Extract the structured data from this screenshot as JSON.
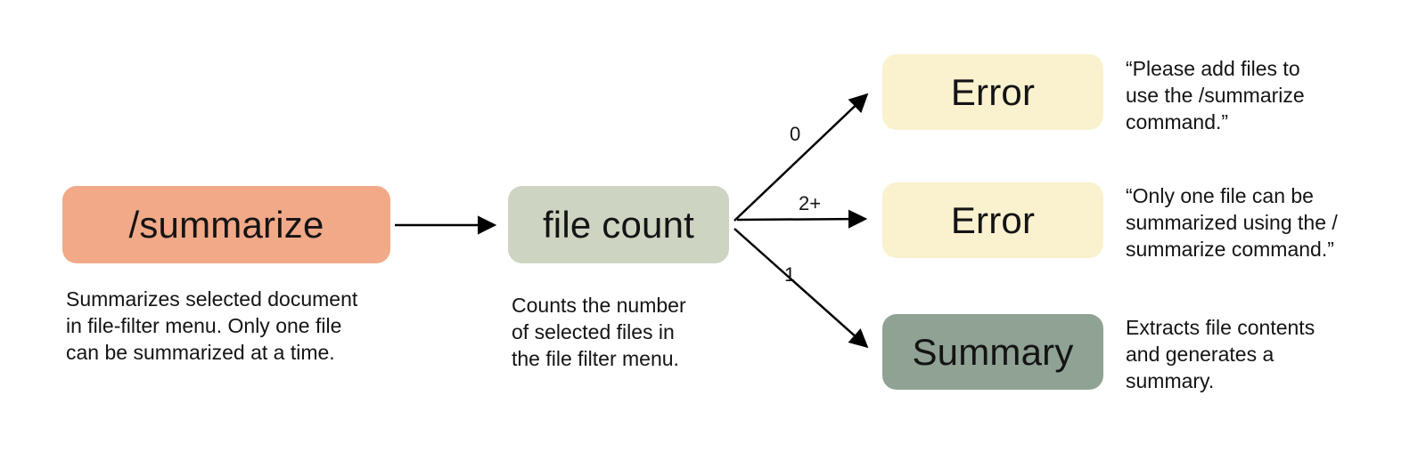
{
  "diagram": {
    "nodes": {
      "summarize": {
        "label": "/summarize",
        "caption": "Summarizes selected document\nin file-filter menu. Only one file\ncan be summarized at a time."
      },
      "file_count": {
        "label": "file count",
        "caption": "Counts the number\nof selected files in\nthe file filter menu."
      },
      "error_zero": {
        "label": "Error",
        "caption": "“Please add files to\nuse the /summarize\ncommand.”"
      },
      "error_two_plus": {
        "label": "Error",
        "caption": "“Only one file can be\nsummarized using the /\nsummarize command.”"
      },
      "summary": {
        "label": "Summary",
        "caption": "Extracts file contents\nand generates a\nsummary."
      }
    },
    "edge_labels": {
      "zero": "0",
      "two_plus": "2+",
      "one": "1"
    },
    "colors": {
      "summarize_bg": "#F1A988",
      "file_count_bg": "#CDD4C2",
      "error_bg": "#FAF1CF",
      "summary_bg": "#8FA294",
      "arrow": "#000000",
      "text": "#141414",
      "background": "#FFFFFF"
    }
  }
}
